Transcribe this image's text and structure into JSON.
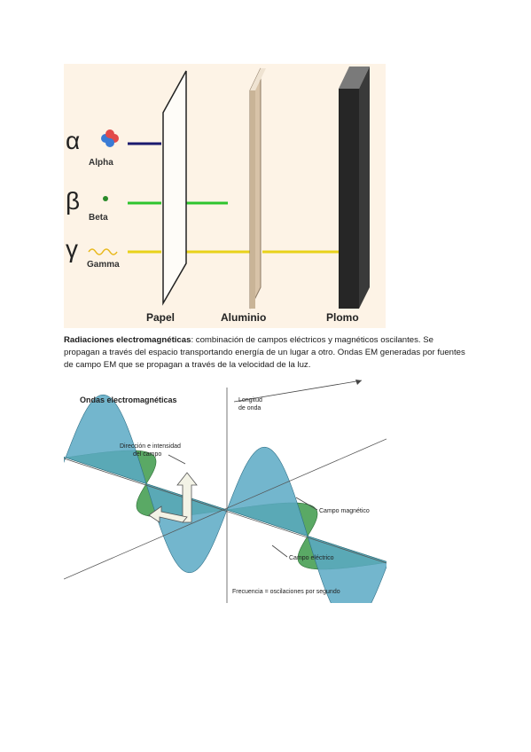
{
  "figure1": {
    "particles": [
      {
        "symbol": "α",
        "name": "Alpha"
      },
      {
        "symbol": "β",
        "name": "Beta"
      },
      {
        "symbol": "γ",
        "name": "Gamma"
      }
    ],
    "barriers": [
      "Papel",
      "Aluminio",
      "Plomo"
    ],
    "colors": {
      "background": "#fdf3e6",
      "alpha": "#1a1a6e",
      "beta": "#2ec42e",
      "gamma": "#e8d21a"
    }
  },
  "caption": {
    "term": "Radiaciones electromagnéticas",
    "text": ": combinación de campos eléctricos y magnéticos oscilantes. Se propagan a través del espacio transportando energía de un lugar a otro. Ondas EM generadas por fuentes de campo EM que se propagan a través de la velocidad de la luz."
  },
  "figure2": {
    "title": "Ondas electromagnéticas",
    "wavelength": [
      "Longitud",
      "de onda"
    ],
    "direction": [
      "Dirección e intensidad",
      "del campo"
    ],
    "magnetic": "Campo magnético",
    "electric": "Campo eléctrico",
    "frequency": "Frecuencia = oscilaciones por segundo",
    "colors": {
      "electric": "#5aa9c4",
      "magnetic": "#3d9a4a"
    }
  }
}
